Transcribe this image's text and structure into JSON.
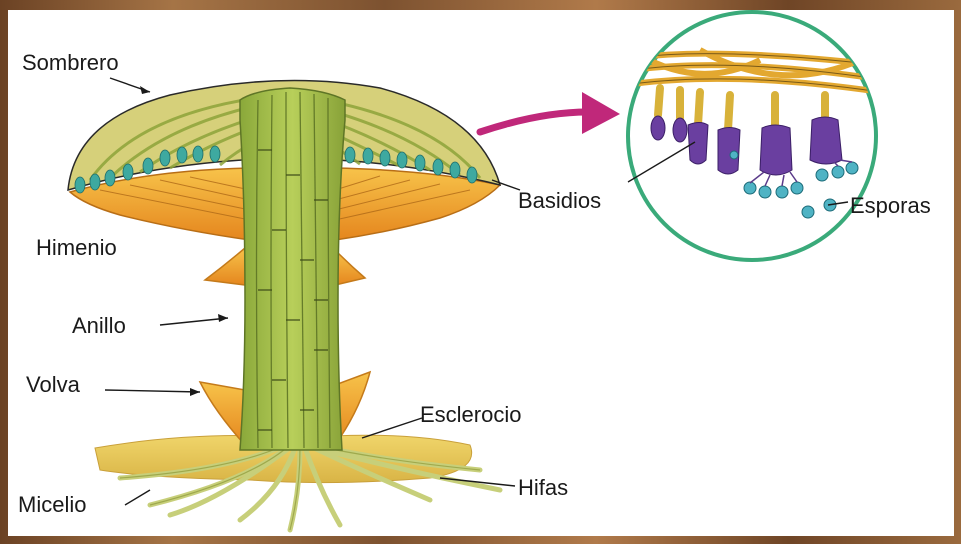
{
  "diagram": {
    "labels": {
      "sombrero": "Sombrero",
      "himenio": "Himenio",
      "anillo": "Anillo",
      "volva": "Volva",
      "micelio": "Micelio",
      "esclerocio": "Esclerocio",
      "hifas": "Hifas",
      "basidios": "Basidios",
      "esporas": "Esporas"
    },
    "colors": {
      "stem": "#a9c24a",
      "cap": "#c9c45a",
      "gills": "#f0a030",
      "basidium": "#6a3fa0",
      "spores": "#4fb3c4",
      "arrow": "#c0287a",
      "circle_outline": "#3aaa7a",
      "soil": "#e3c35a"
    }
  }
}
